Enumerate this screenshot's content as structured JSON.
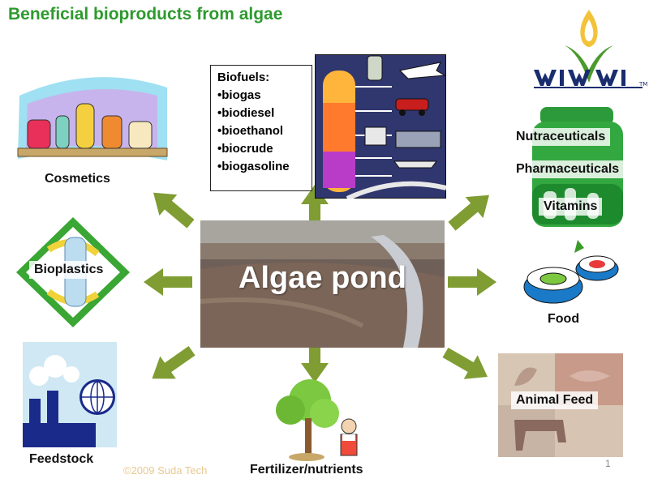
{
  "title": "Beneficial bioproducts from algae",
  "center_label": "Algae pond",
  "biofuels": {
    "heading": "Biofuels:",
    "items": [
      "biogas",
      "biodiesel",
      "bioethanol",
      "biocrude",
      "biogasoline"
    ]
  },
  "labels": {
    "cosmetics": "Cosmetics",
    "bioplastics": "Bioplastics",
    "feedstock": "Feedstock",
    "fertilizer": "Fertilizer/nutrients",
    "nutraceuticals": "Nutraceuticals",
    "pharmaceuticals": "Pharmaceuticals",
    "vitamins": "Vitamins",
    "food": "Food",
    "animal_feed": "Animal Feed"
  },
  "logo_text": "TM",
  "footer": "©2009 Suda Tech",
  "page_number": "1",
  "colors": {
    "title": "#2e9a2e",
    "arrow": "#7f9d32"
  }
}
